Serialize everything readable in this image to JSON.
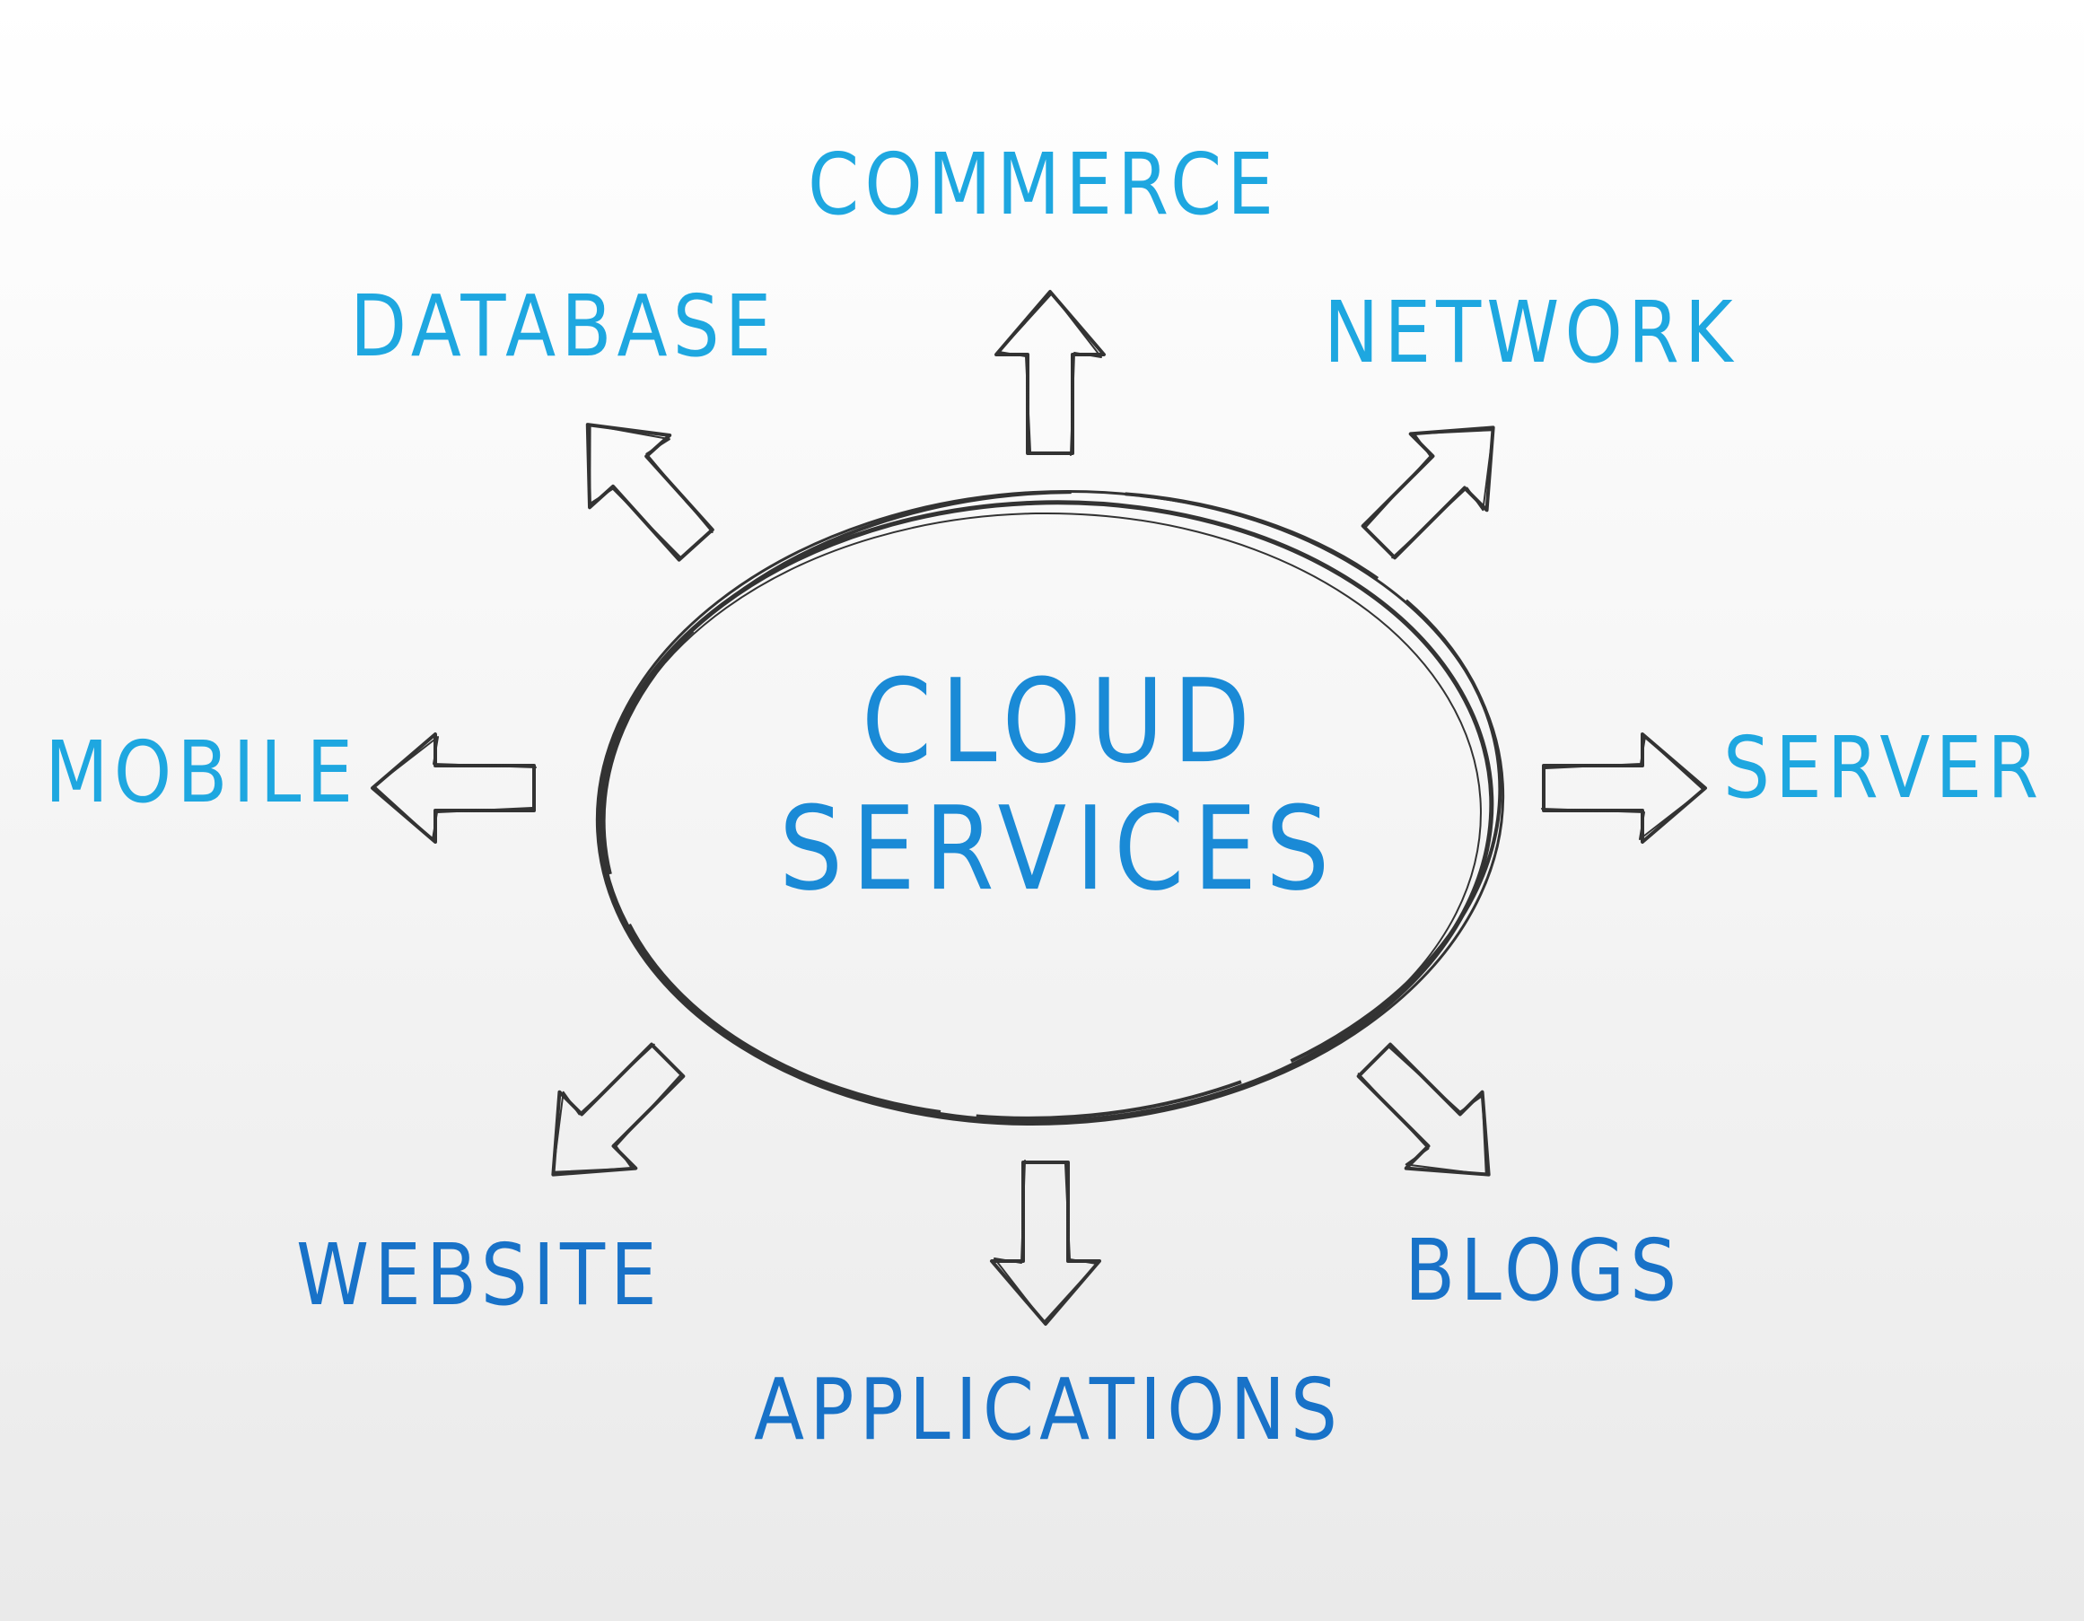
{
  "center": {
    "line1": "CLOUD",
    "line2": "SERVICES"
  },
  "nodes": {
    "commerce": "COMMERCE",
    "database": "DATABASE",
    "network": "NETWORK",
    "mobile": "MOBILE",
    "server": "SERVER",
    "website": "WEBSITE",
    "blogs": "BLOGS",
    "applications": "APPLICATIONS"
  },
  "colors": {
    "label_top": "#1ea7e0",
    "label_bottom": "#1872c8",
    "center_text": "#1a8ad6",
    "sketch_stroke": "#333333"
  }
}
